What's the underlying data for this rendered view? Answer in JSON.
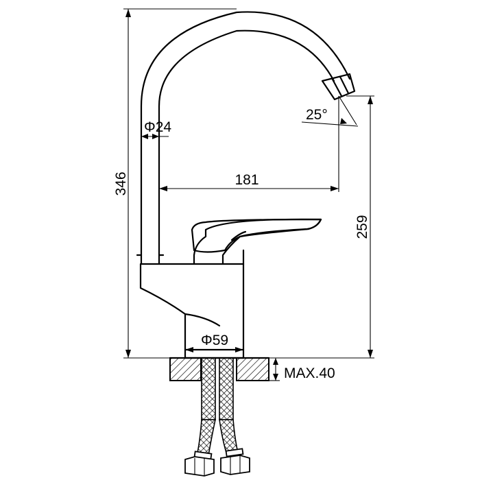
{
  "dimensions": {
    "overall_height": "346",
    "spout_reach": "181",
    "body_height": "259",
    "spout_diameter": "Φ24",
    "base_diameter": "Φ59",
    "spout_angle": "25°",
    "max_deck_thickness": "MAX.40"
  }
}
